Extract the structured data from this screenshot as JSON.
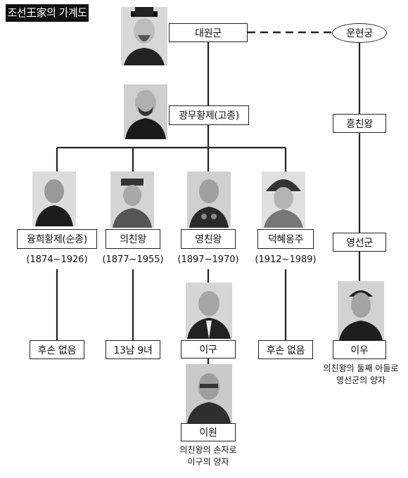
{
  "title": "조선王家의 가계도",
  "nodes": {
    "daewongun": "대원군",
    "unhyeongung": "운현궁",
    "gwangmu": "광무황제(고종)",
    "heungchinwang": "흥친왕",
    "yunghui": "융희황제(순종)",
    "uichinwang": "의친왕",
    "yeongchinwang": "영친왕",
    "deokhye": "덕혜옹주",
    "yeongseongun": "영선군",
    "igu": "이구",
    "iwon": "이원",
    "iu": "이우"
  },
  "years": {
    "yunghui": "(1874~1926)",
    "uichinwang": "(1877~1955)",
    "yeongchinwang": "(1897~1970)",
    "deokhye": "(1912~1989)"
  },
  "outcomes": {
    "yunghui": "후손 없음",
    "uichinwang": "13남 9녀",
    "deokhye": "후손 없음"
  },
  "notes": {
    "iu_line1": "의친왕의 둘째 아들로",
    "iu_line2": "영선군의 양자",
    "iwon_line1": "의친왕의 손자로",
    "iwon_line2": "이구의 양자"
  },
  "colors": {
    "line": "#222222",
    "title_bg": "#111111",
    "title_fg": "#ffffff"
  }
}
